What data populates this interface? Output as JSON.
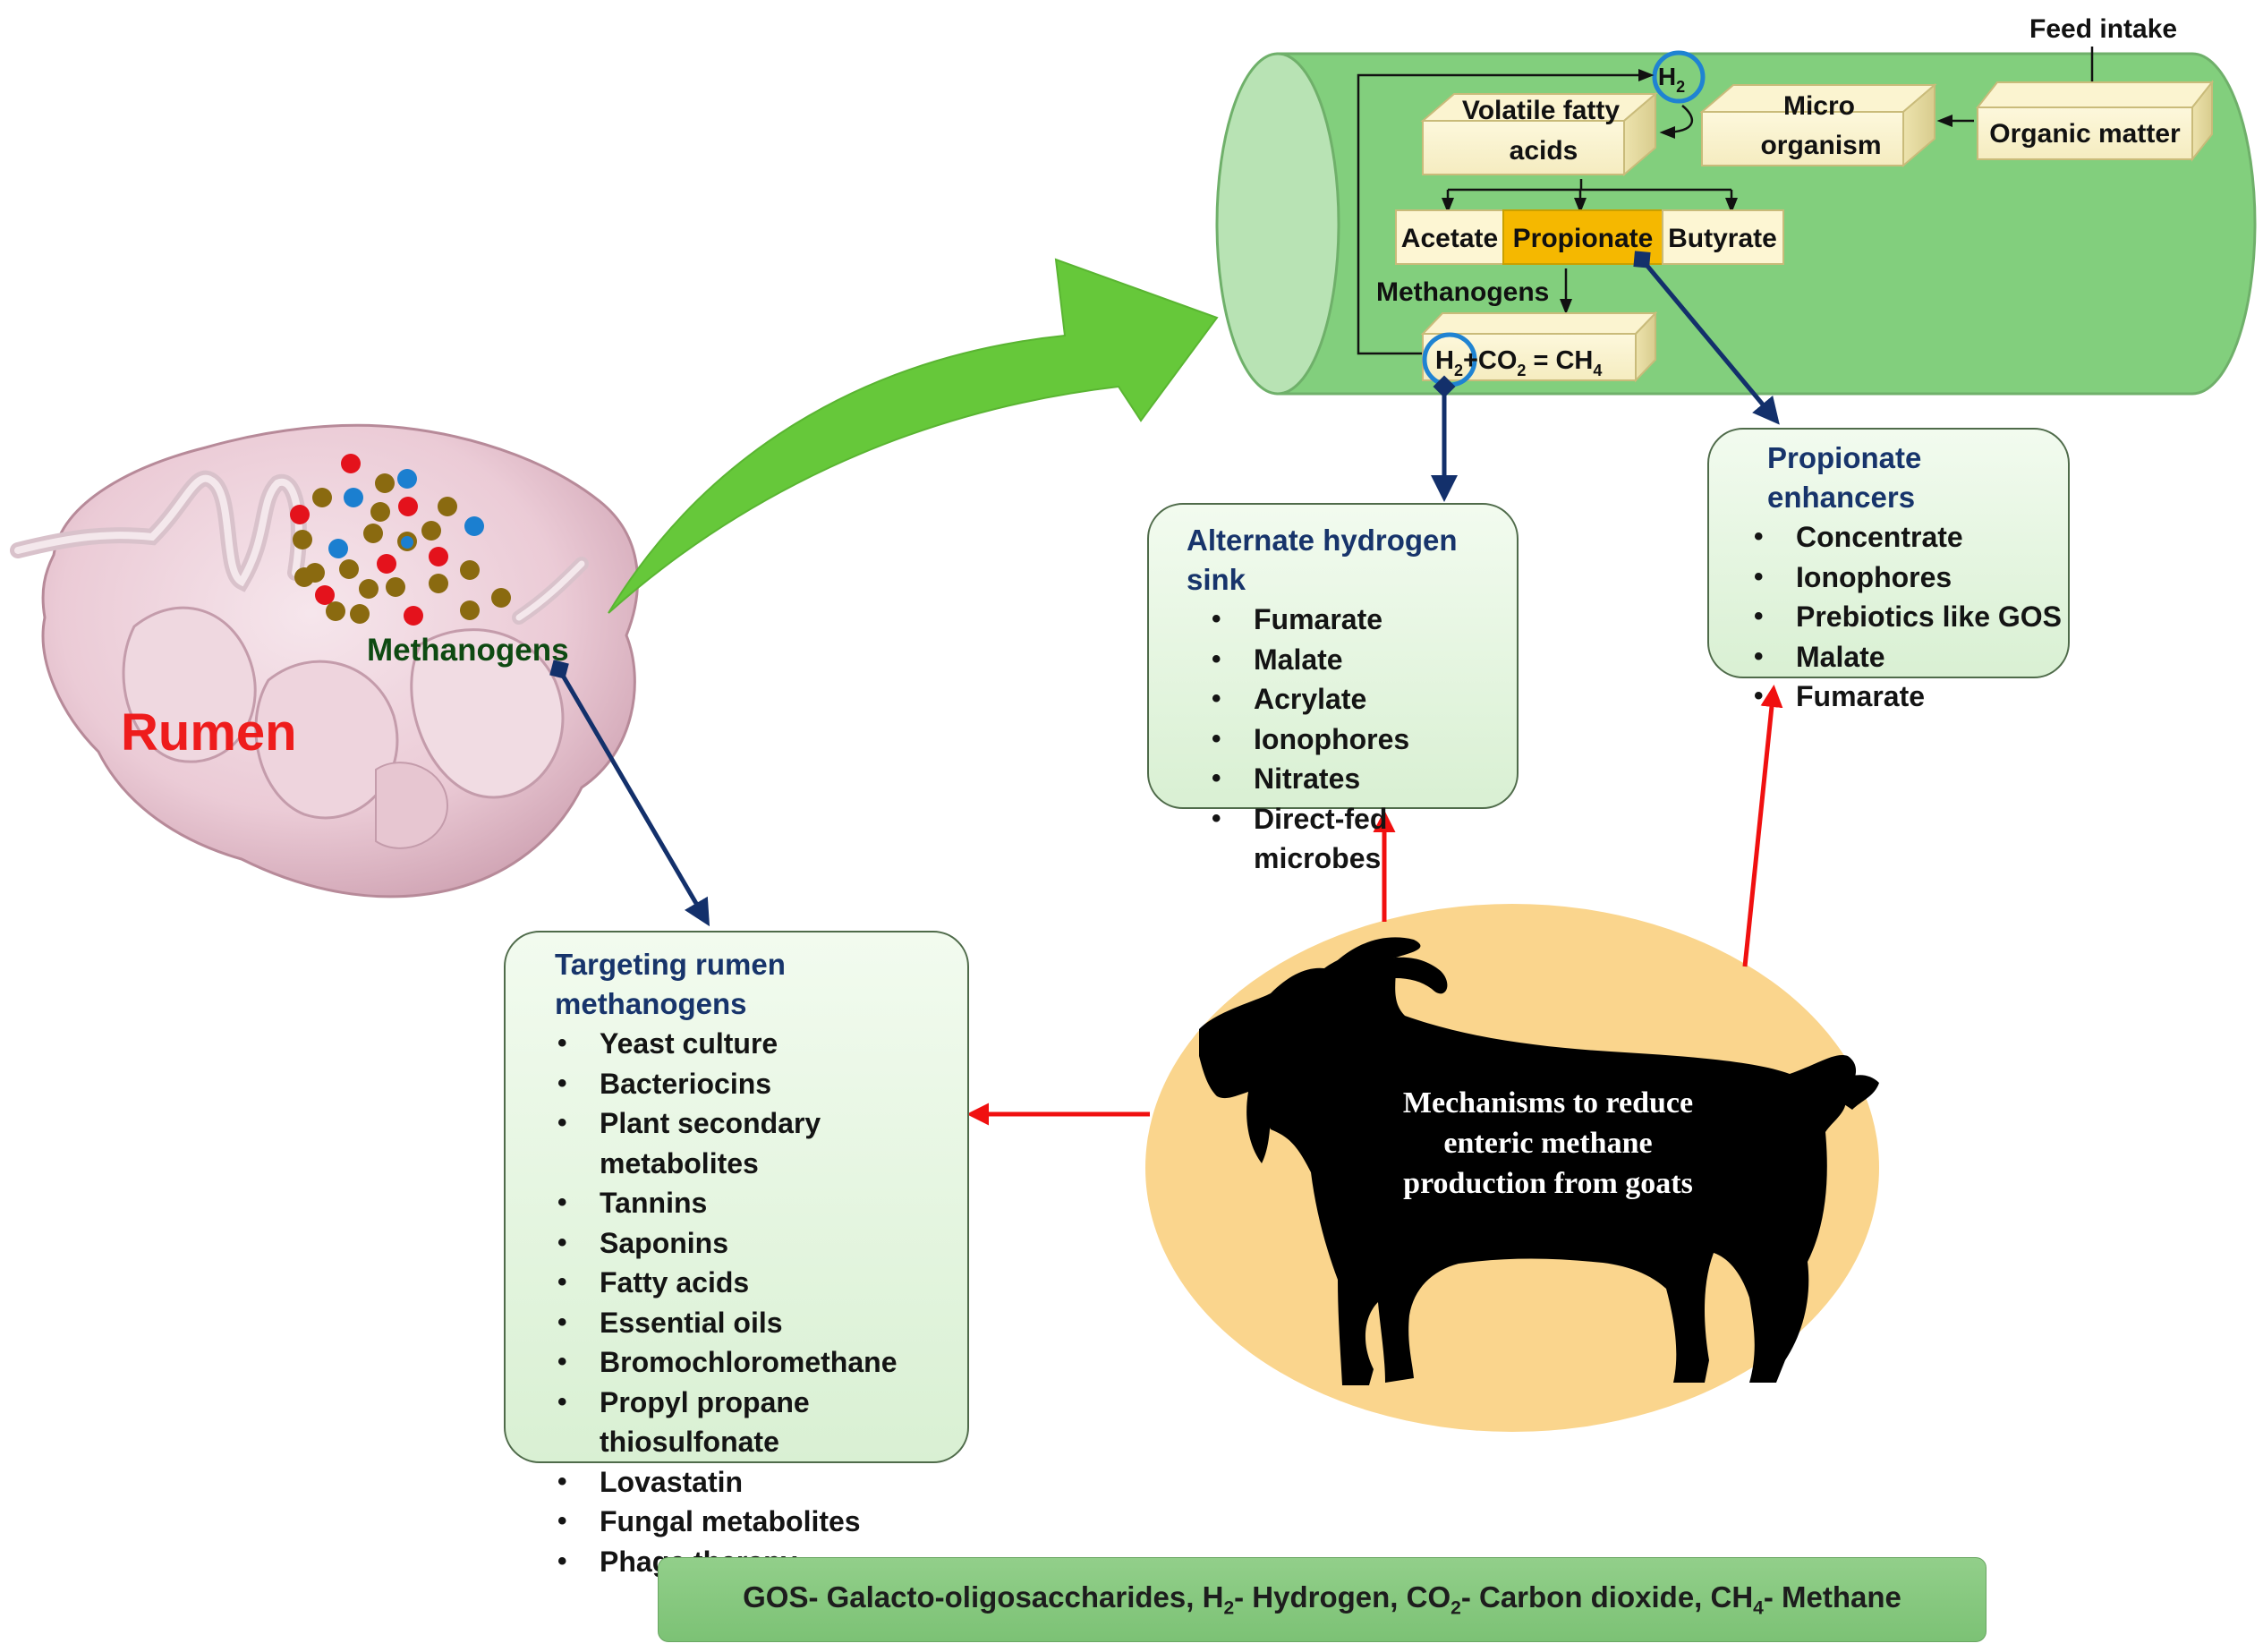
{
  "rumen": {
    "label": "Rumen",
    "methanogens_label": "Methanogens"
  },
  "pathway": {
    "feed_intake": "Feed intake",
    "organic_matter": "Organic matter",
    "micro_line1": "Micro",
    "micro_line2": "organism",
    "vfa_line1": "Volatile fatty",
    "vfa_line2": "acids",
    "h2_top": "H2",
    "acetate": "Acetate",
    "propionate": "Propionate",
    "butyrate": "Butyrate",
    "methanogens": "Methanogens",
    "equation": {
      "h": "H",
      "two_a": "2",
      "plus_co": "+CO",
      "two_b": "2",
      "eq_ch": " = CH",
      "four": "4"
    }
  },
  "alternate_sink": {
    "title": "Alternate hydrogen sink",
    "items": [
      "Fumarate",
      "Malate",
      "Acrylate",
      "Ionophores",
      "Nitrates",
      "Direct-fed microbes"
    ]
  },
  "propionate_enhancers": {
    "title": "Propionate enhancers",
    "items": [
      "Concentrate",
      "Ionophores",
      "Prebiotics like GOS",
      "Malate",
      "Fumarate"
    ]
  },
  "targeting": {
    "title": "Targeting rumen methanogens",
    "items": [
      "Yeast culture",
      "Bacteriocins",
      "Plant secondary metabolites",
      "Tannins",
      "Saponins",
      "Fatty acids",
      "Essential oils",
      "Bromochloromethane",
      "Propyl propane thiosulfonate",
      "Lovastatin",
      "Fungal metabolites",
      "Phage therapy"
    ]
  },
  "goat": {
    "line1": "Mechanisms to reduce",
    "line2": "enteric methane",
    "line3": "production  from goats"
  },
  "legend": {
    "gos": "GOS- Galacto-oligosaccharides, H",
    "h_sub": "2",
    "hydrogen": "- Hydrogen, CO",
    "co_sub": "2",
    "carbon": "- Carbon dioxide, CH",
    "ch_sub": "4",
    "methane": "- Methane"
  },
  "colors": {
    "tube": "#82cf7d",
    "big_arrow": "#66c83a",
    "navy_arrow": "#13306b",
    "red_arrow": "#f01010",
    "highlight": "#f5b800",
    "goat_ellipse": "#fad58d"
  }
}
